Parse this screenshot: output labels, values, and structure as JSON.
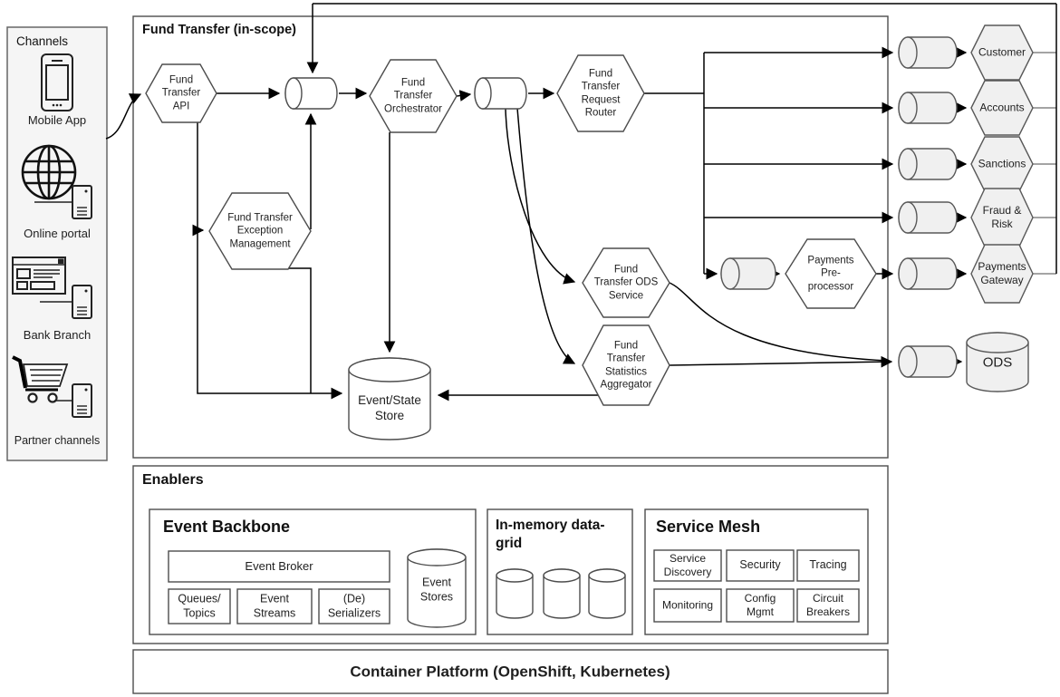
{
  "channels": {
    "title": "Channels",
    "items": [
      {
        "label": "Mobile App"
      },
      {
        "label": "Online portal"
      },
      {
        "label": "Bank Branch"
      },
      {
        "label": "Partner channels"
      }
    ]
  },
  "fund_transfer": {
    "title": "Fund Transfer (in-scope)",
    "nodes": {
      "api": "Fund\nTransfer\nAPI",
      "orchestrator": "Fund\nTransfer\nOrchestrator",
      "request_router": "Fund\nTransfer\nRequest\nRouter",
      "exception_mgmt": "Fund Transfer\nException\nManagement",
      "ods_service": "Fund\nTransfer ODS\nService",
      "stats_aggregator": "Fund\nTransfer\nStatistics\nAggregator",
      "payments_preprocessor": "Payments\nPre-\nprocessor",
      "event_state_store": "Event/State\nStore"
    }
  },
  "externals": {
    "customer": "Customer",
    "accounts": "Accounts",
    "sanctions": "Sanctions",
    "fraud_risk": "Fraud &\nRisk",
    "payments_gateway": "Payments\nGateway",
    "ods": "ODS"
  },
  "enablers": {
    "title": "Enablers",
    "event_backbone": {
      "title": "Event Backbone",
      "event_broker": "Event Broker",
      "queues_topics": "Queues/\nTopics",
      "event_streams": "Event\nStreams",
      "serializers": "(De)\nSerializers",
      "event_stores": "Event\nStores"
    },
    "in_memory_grid": {
      "title": "In-memory data-\ngrid"
    },
    "service_mesh": {
      "title": "Service Mesh",
      "service_discovery": "Service\nDiscovery",
      "security": "Security",
      "tracing": "Tracing",
      "monitoring": "Monitoring",
      "config_mgmt": "Config\nMgmt",
      "circuit_breakers": "Circuit\nBreakers"
    }
  },
  "platform": {
    "title": "Container Platform (OpenShift, Kubernetes)"
  },
  "colors": {
    "node_fill": "#ffffff",
    "external_fill": "#f0f0f0",
    "border": "#4d4d4d",
    "line": "#000000"
  }
}
